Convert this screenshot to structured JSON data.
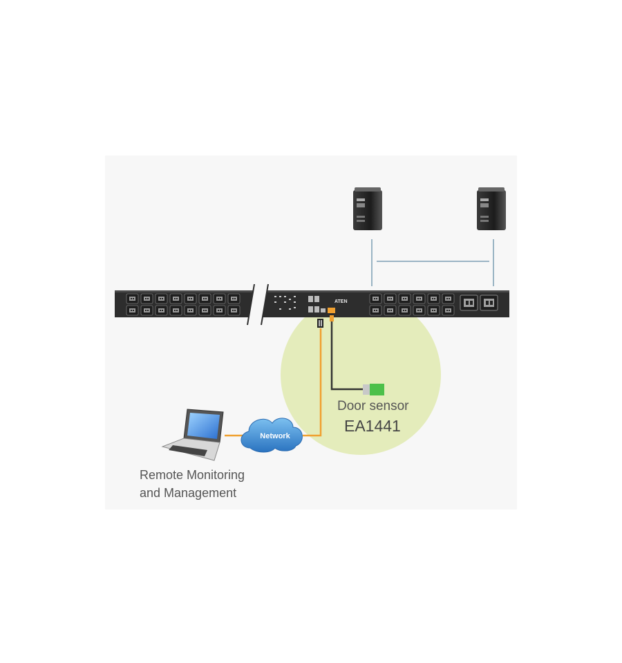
{
  "diagram": {
    "network_label": "Network",
    "door_sensor_label": "Door sensor",
    "model_label": "EA1441",
    "remote_label_line1": "Remote Monitoring",
    "remote_label_line2": "and Management",
    "pdu_logo": "ATEN"
  },
  "colors": {
    "panel_bg": "#f7f7f7",
    "pdu_body": "#2d2d2d",
    "highlight_circle": "#e4ecbb",
    "network_cable": "#f0a030",
    "sensor_cable": "#333333",
    "server_link": "#9ab4c4",
    "sensor_green": "#4cc04a",
    "cloud_blue": "#3a86cc"
  },
  "icons": [
    "server-icon",
    "laptop-icon",
    "cloud-icon",
    "door-sensor-icon",
    "outlet-icon"
  ]
}
